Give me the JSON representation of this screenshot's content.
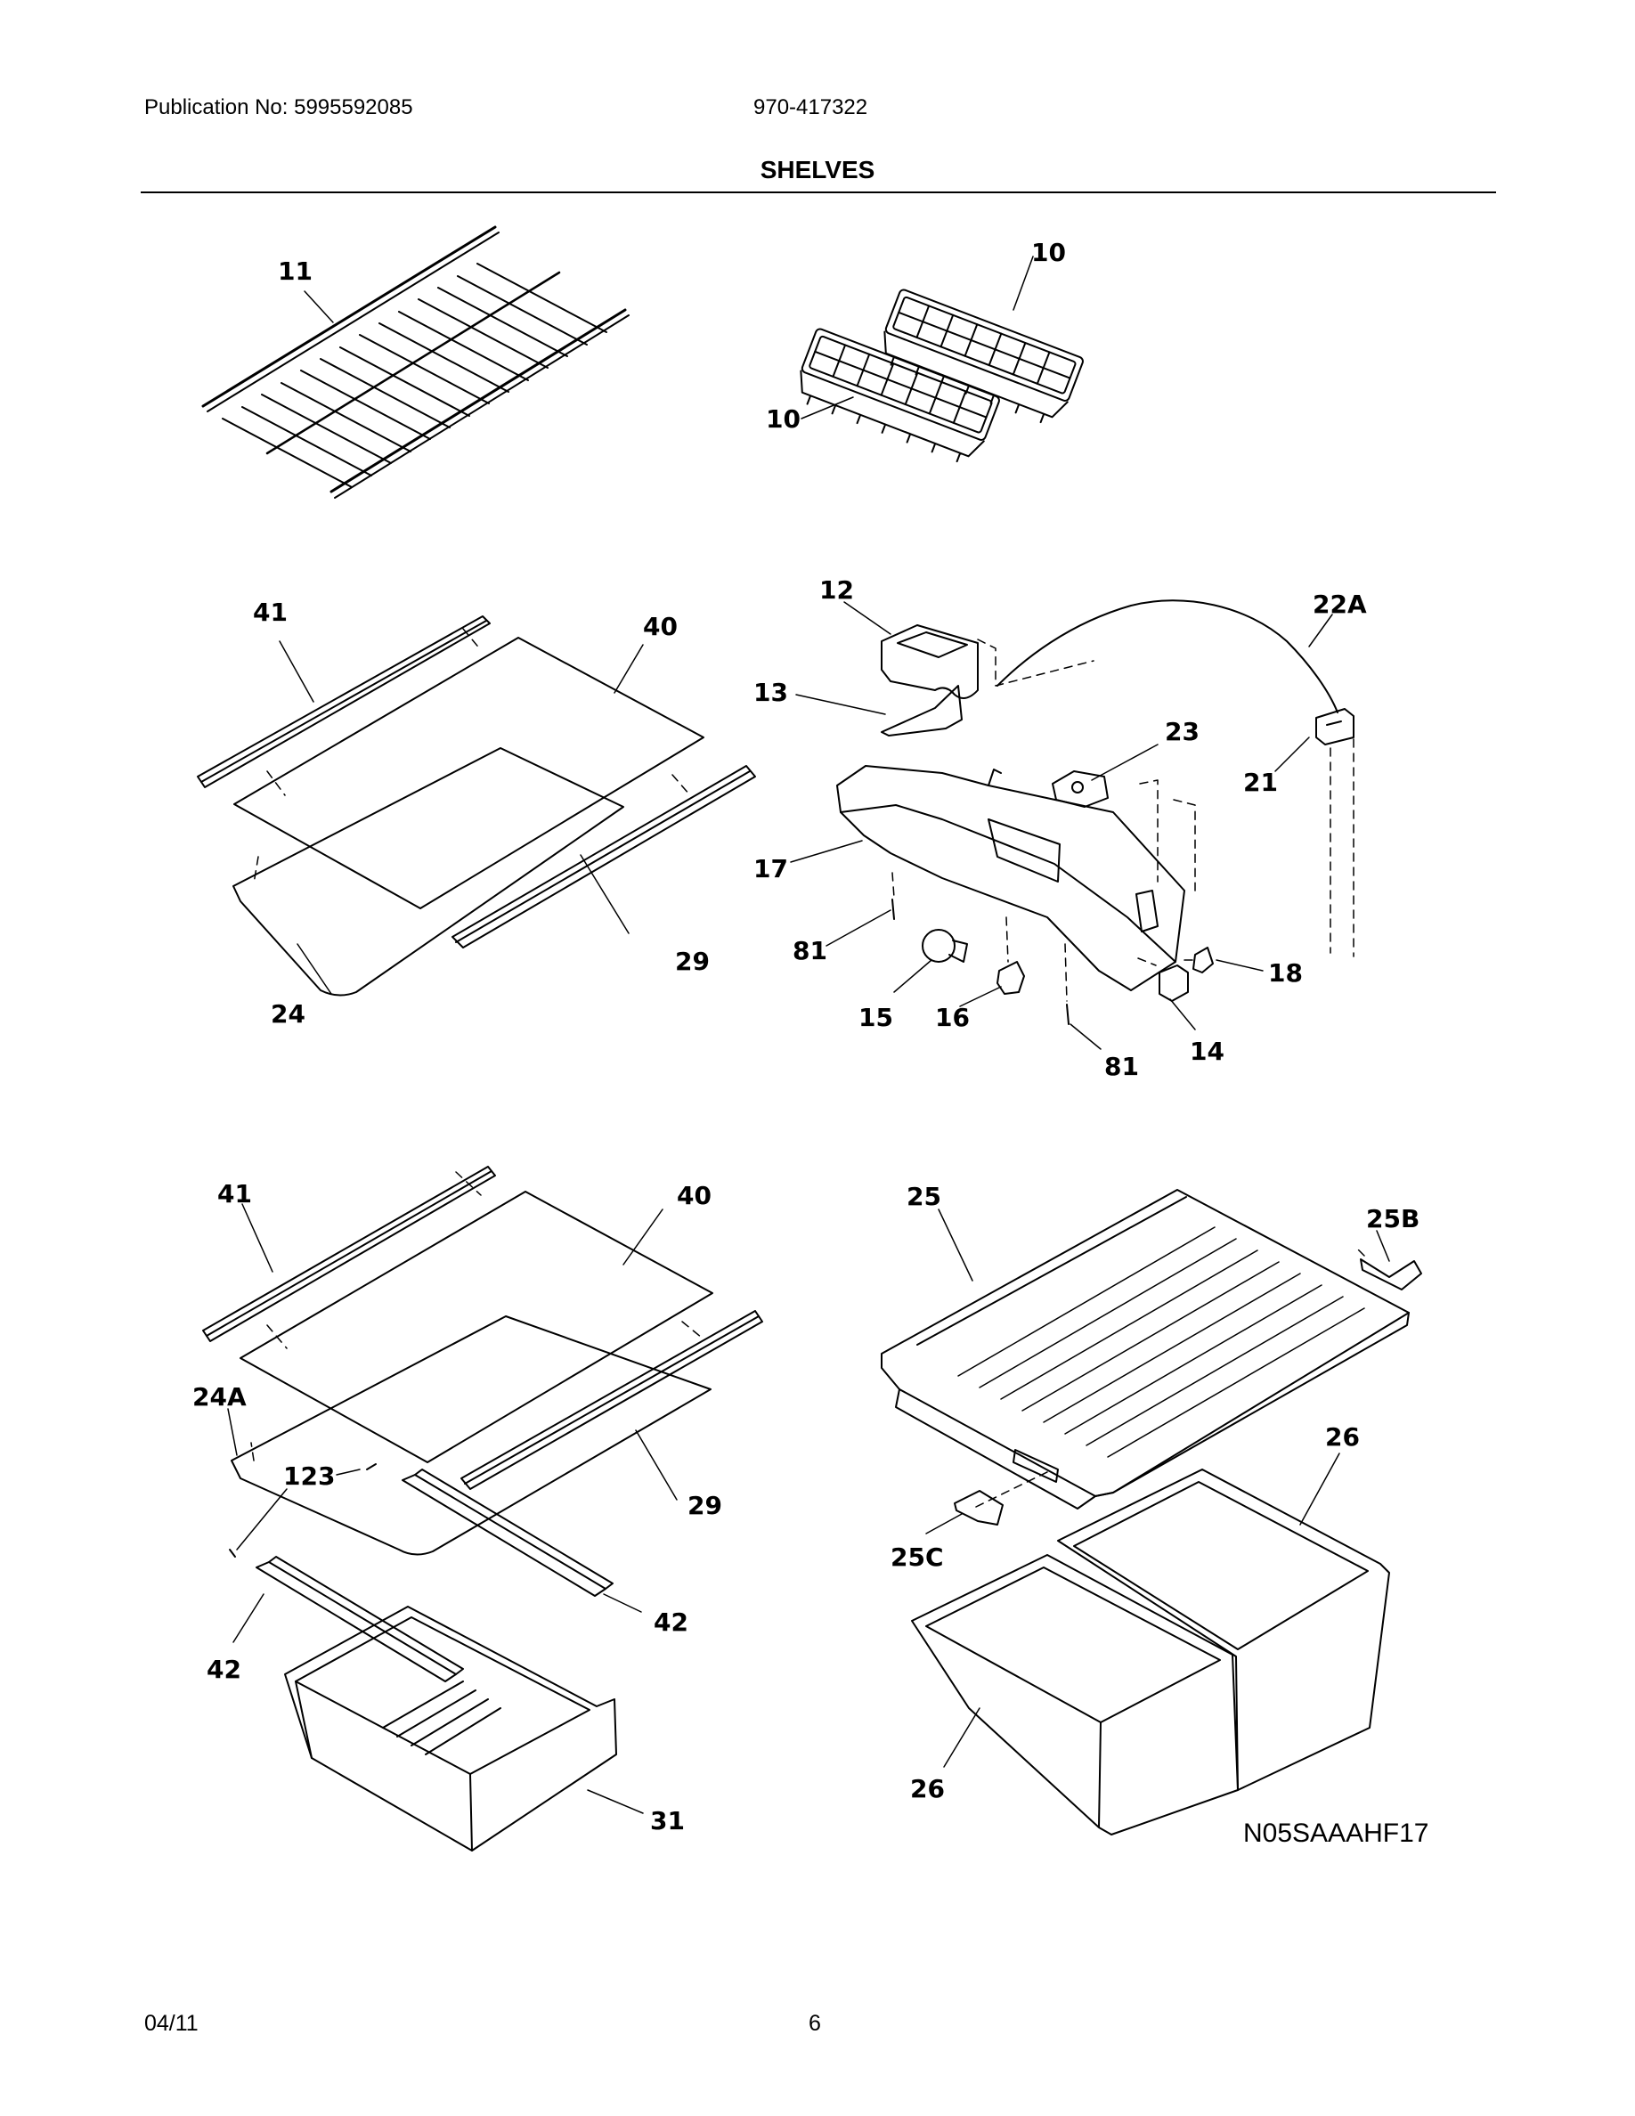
{
  "header": {
    "publication": "Publication No: 5995592085",
    "doc_number": "970-417322",
    "title": "SHELVES"
  },
  "callouts": {
    "wire_shelf": "11",
    "ice_tray_top": "10",
    "ice_tray_bottom": "10",
    "trim_front_mid": "41",
    "glass_mid": "40",
    "trim_rear_mid": "29",
    "frame_mid": "24",
    "pan_12": "12",
    "cover_13": "13",
    "wire_22a": "22A",
    "control_23": "23",
    "switch_21": "21",
    "housing_17": "17",
    "screw_81_left": "81",
    "bulb_15": "15",
    "socket_16": "16",
    "screw_81_bottom": "81",
    "switch_14": "14",
    "knob_18": "18",
    "trim_front_low": "41",
    "glass_low": "40",
    "frame_low": "24A",
    "screw_123": "123",
    "trim_rear_low": "29",
    "slide_right": "42",
    "slide_left": "42",
    "drawer_31": "31",
    "cover_25": "25",
    "bracket_25b": "25B",
    "bracket_25c": "25C",
    "crisper_right": "26",
    "crisper_left": "26"
  },
  "image_code": "N05SAAAHF17",
  "footer": {
    "date": "04/11",
    "page": "6"
  }
}
